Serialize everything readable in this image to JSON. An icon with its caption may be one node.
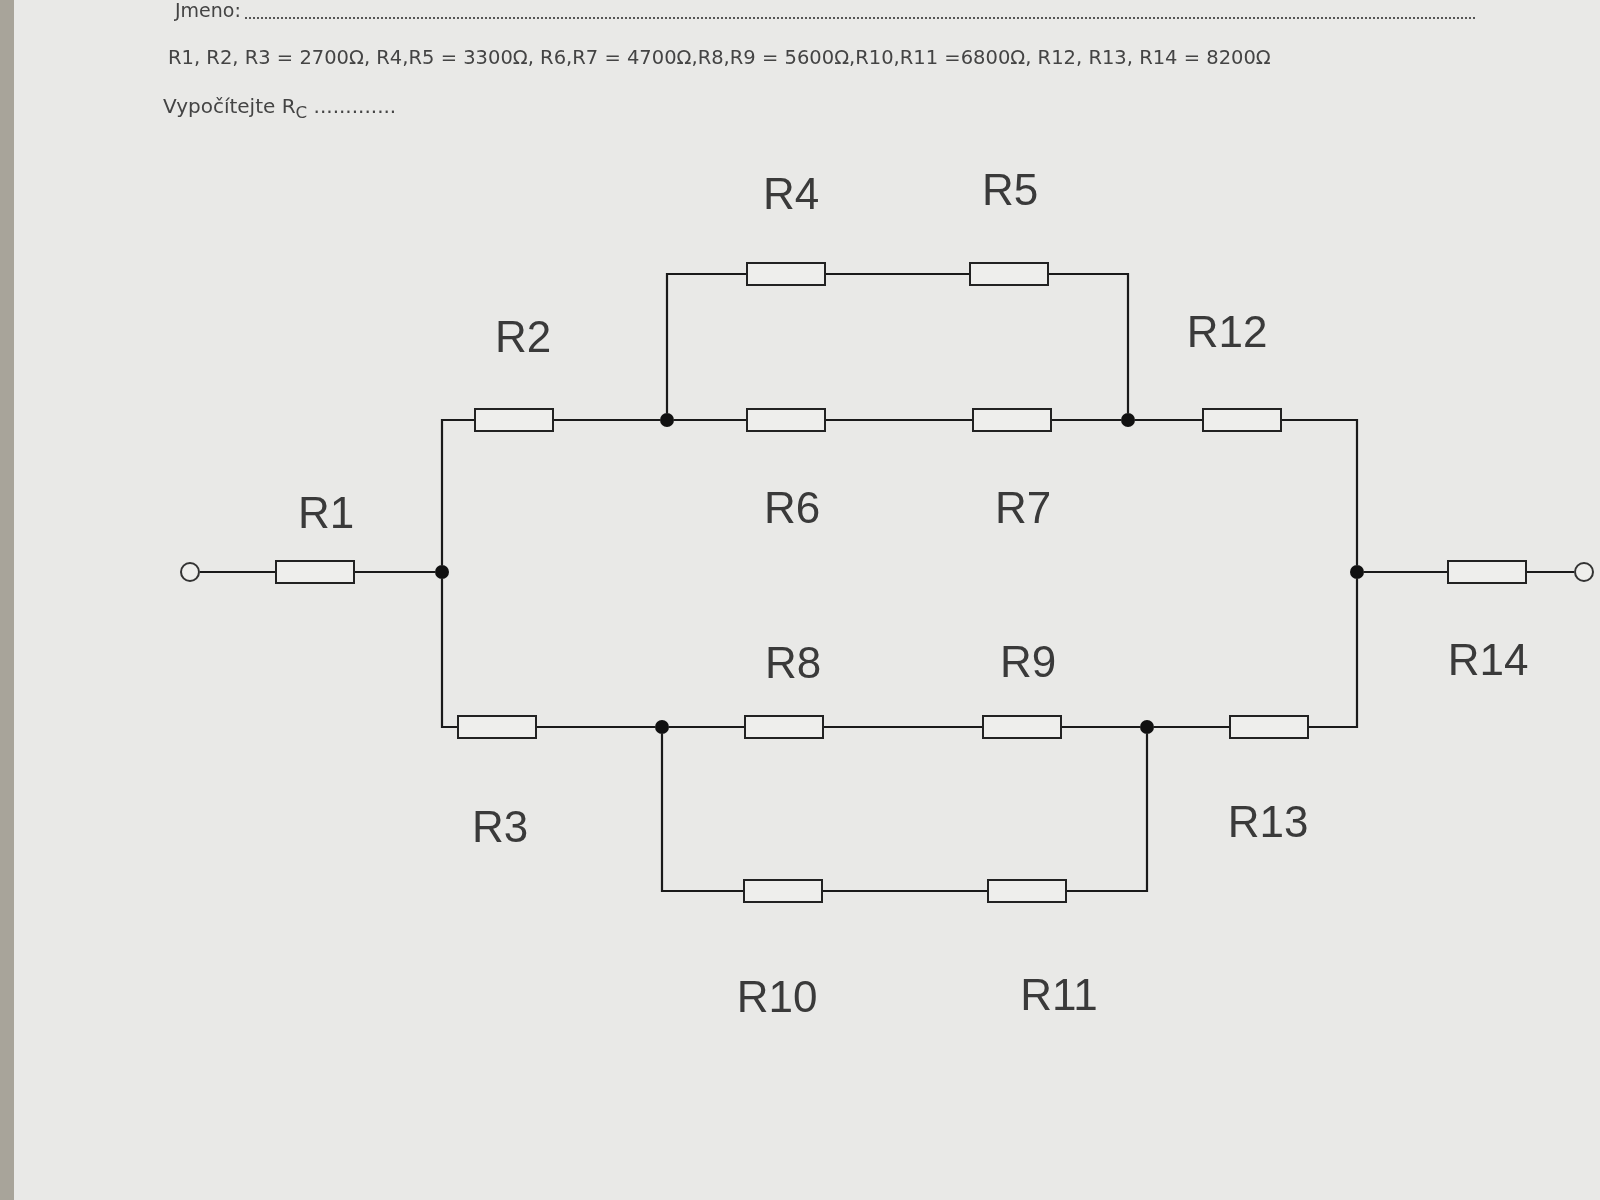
{
  "diagram": {
    "nodes": [
      {
        "text": [],
        "shape": "circle"
      },
      {
        "text": [
          "R1"
        ]
      },
      {
        "text": [],
        "shape": "circle"
      },
      {
        "text": [
          "R2"
        ]
      },
      {
        "text": [
          "R3"
        ]
      },
      {
        "text": [],
        "shape": "circle"
      },
      {
        "text": [
          "R4"
        ]
      },
      {
        "text": [
          "R5"
        ]
      },
      {
        "text": [
          "R6"
        ]
      },
      {
        "text": [
          "R7"
        ]
      },
      {
        "text": [],
        "shape": "circle"
      },
      {
        "text": [
          "R12"
        ]
      },
      {
        "text": [],
        "shape": "circle"
      },
      {
        "text": [
          "R8"
        ]
      },
      {
        "text": [
          "R9"
        ]
      },
      {
        "text": [
          "R10"
        ]
      },
      {
        "text": [
          "R11"
        ]
      },
      {
        "text": [],
        "shape": "circle"
      },
      {
        "text": [
          "R13"
        ]
      },
      {
        "text": [],
        "shape": "circle"
      },
      {
        "text": [
          "R14"
        ]
      },
      {
        "text": [],
        "shape": "circle"
      }
    ],
    "edges": [
      {
        "from": 0,
        "to": 1,
        "arrow": "none"
      },
      {
        "from": 1,
        "to": 2,
        "arrow": "none"
      },
      {
        "from": 2,
        "to": 3,
        "arrow": "none"
      },
      {
        "from": 2,
        "to": 4,
        "arrow": "none"
      },
      {
        "from": 3,
        "to": 5,
        "arrow": "none"
      },
      {
        "from": 5,
        "to": 6,
        "arrow": "none"
      },
      {
        "from": 6,
        "to": 7,
        "arrow": "none"
      },
      {
        "from": 7,
        "to": 10,
        "arrow": "none"
      },
      {
        "from": 5,
        "to": 8,
        "arrow": "none"
      },
      {
        "from": 8,
        "to": 9,
        "arrow": "none"
      },
      {
        "from": 9,
        "to": 10,
        "arrow": "none"
      },
      {
        "from": 10,
        "to": 11,
        "arrow": "none"
      },
      {
        "from": 11,
        "to": 19,
        "arrow": "none"
      },
      {
        "from": 4,
        "to": 12,
        "arrow": "none"
      },
      {
        "from": 12,
        "to": 13,
        "arrow": "none"
      },
      {
        "from": 13,
        "to": 14,
        "arrow": "none"
      },
      {
        "from": 14,
        "to": 17,
        "arrow": "none"
      },
      {
        "from": 12,
        "to": 15,
        "arrow": "none"
      },
      {
        "from": 15,
        "to": 16,
        "arrow": "none"
      },
      {
        "from": 16,
        "to": 17,
        "arrow": "none"
      },
      {
        "from": 17,
        "to": 18,
        "arrow": "none"
      },
      {
        "from": 18,
        "to": 19,
        "arrow": "none"
      },
      {
        "from": 19,
        "to": 20,
        "arrow": "none"
      },
      {
        "from": 20,
        "to": 21,
        "arrow": "none"
      }
    ],
    "labels": [
      "Jmeno:",
      "R1, R2, R3 = 2700Ω, R4,R5 = 3300Ω, R6,R7 = 4700Ω,R8,R9 = 5600Ω,R10,R11 =6800Ω, R12, R13, R14 = 8200Ω",
      "Vypočítejte R$_{C}$ ............."
    ]
  }
}
